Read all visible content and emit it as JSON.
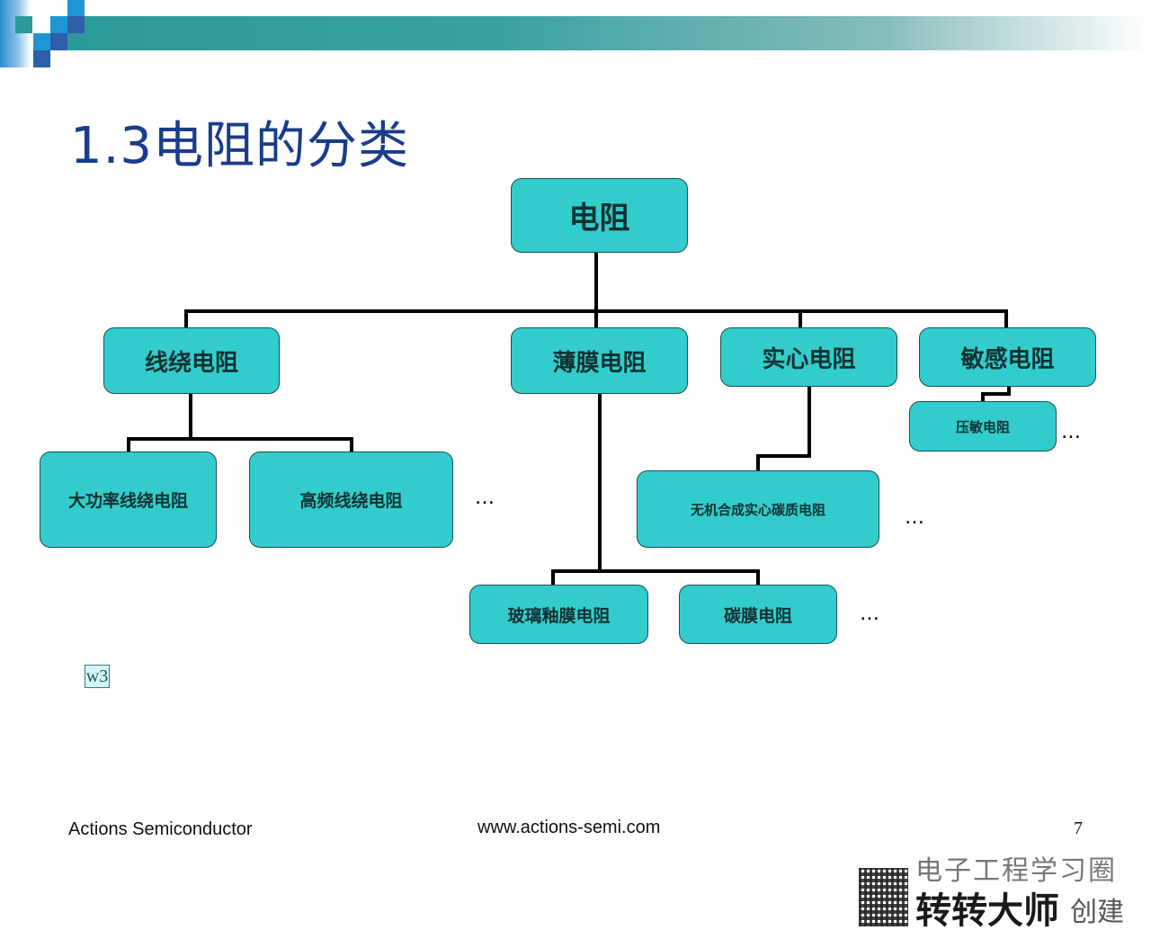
{
  "slide": {
    "title": "1.3电阻的分类",
    "theme_colors": {
      "title": "#1a3c8c",
      "node_fill": "#33cccc",
      "node_border": "#1e4c4c",
      "header_bar": "#2a9a98"
    }
  },
  "diagram": {
    "root": "电阻",
    "categories": [
      {
        "label": "线绕电阻",
        "children": [
          "大功率线绕电阻",
          "高频线绕电阻"
        ],
        "more": "…"
      },
      {
        "label": "薄膜电阻",
        "children": [
          "玻璃釉膜电阻",
          "碳膜电阻"
        ],
        "more": "…"
      },
      {
        "label": "实心电阻",
        "children": [
          "无机合成实心碳质电阻"
        ],
        "more": "…"
      },
      {
        "label": "敏感电阻",
        "children": [
          "压敏电阻"
        ],
        "more": "…"
      }
    ]
  },
  "note_marker": "w3",
  "footer": {
    "company": "Actions Semiconductor",
    "website": "www.actions-semi.com",
    "page_number": "7"
  },
  "watermark": {
    "line1": "电子工程学习圈",
    "line2": "转转大师",
    "suffix": "创建",
    "qr_icon": "qr-code-icon"
  }
}
